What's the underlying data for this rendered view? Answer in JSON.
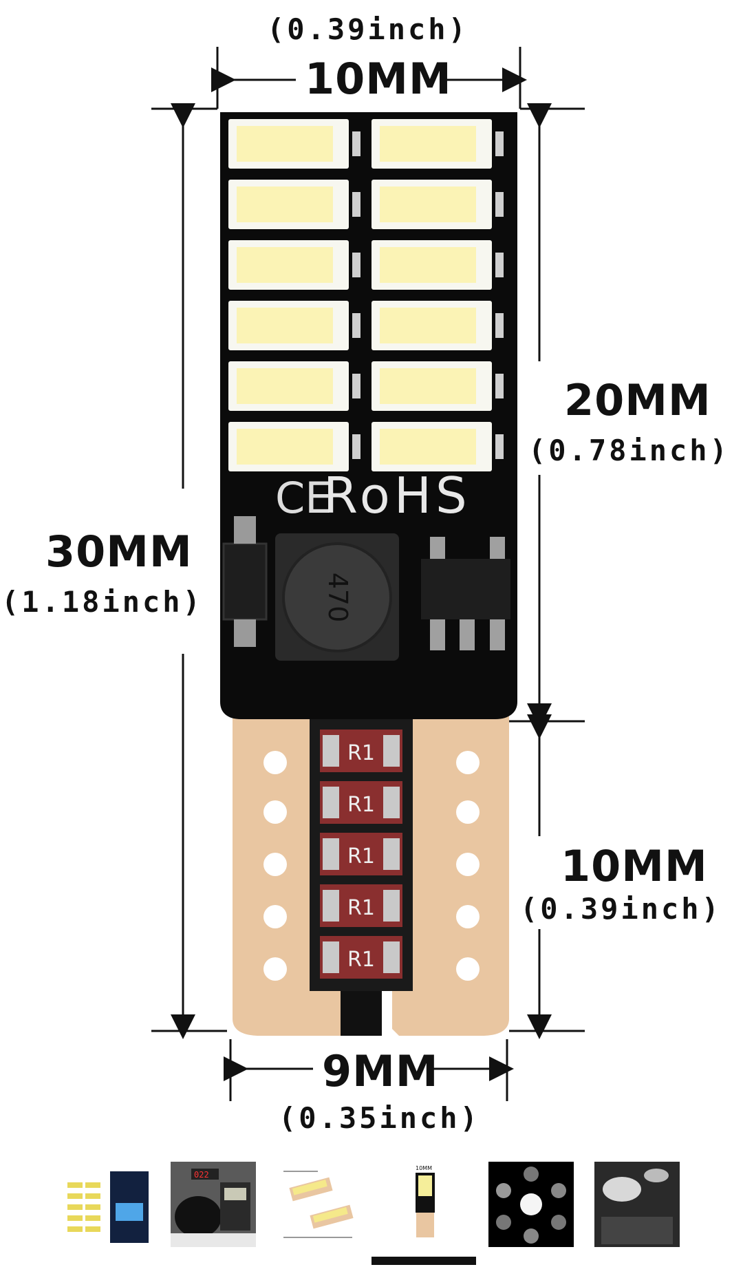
{
  "dimensions": {
    "top_width": {
      "mm": "10MM",
      "inch": "(0.39inch)"
    },
    "total_height": {
      "mm": "30MM",
      "inch": "(1.18inch)"
    },
    "board_height": {
      "mm": "20MM",
      "inch": "(0.78inch)"
    },
    "base_height": {
      "mm": "10MM",
      "inch": "(0.39inch)"
    },
    "base_width": {
      "mm": "9MM",
      "inch": "(0.35inch)"
    }
  },
  "board": {
    "marking": "RoHS",
    "ce_mark": "CE",
    "inductor_code": "470",
    "resistor_code": "R1"
  },
  "colors": {
    "pcb_black": "#0b0b0b",
    "led_yellow": "#fbf3b5",
    "led_white": "#f7f7f0",
    "base_copper": "#e9c6a1",
    "resistor_red": "#8a2f2f"
  },
  "thumbnails": [
    {
      "name": "product-pack-thumbnail",
      "selected": false
    },
    {
      "name": "voltage-test-thumbnail",
      "selected": false
    },
    {
      "name": "wiring-diagram-thumbnail",
      "selected": false
    },
    {
      "name": "dimensions-thumbnail",
      "selected": true
    },
    {
      "name": "applications-thumbnail",
      "selected": false
    },
    {
      "name": "interior-install-thumbnail",
      "selected": false
    }
  ]
}
